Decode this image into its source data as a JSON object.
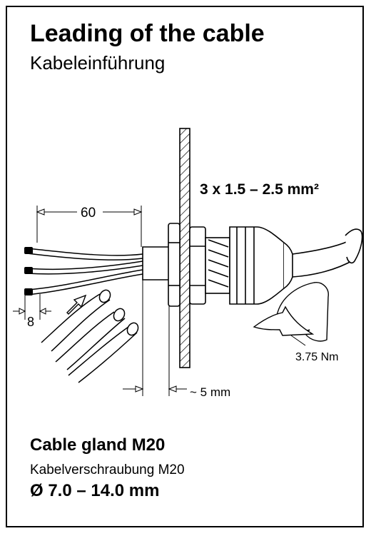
{
  "header": {
    "title": "Leading of the cable",
    "subtitle": "Kabeleinführung"
  },
  "diagram": {
    "conductor_spec": "3 x 1.5 – 2.5 mm²",
    "strip_length": "60",
    "end_strip": "8",
    "wall_gap": "~ 5 mm",
    "torque": "3.75 Nm"
  },
  "gland": {
    "title": "Cable gland M20",
    "subtitle": "Kabelverschraubung M20",
    "diameter": "Ø 7.0 – 14.0 mm"
  }
}
